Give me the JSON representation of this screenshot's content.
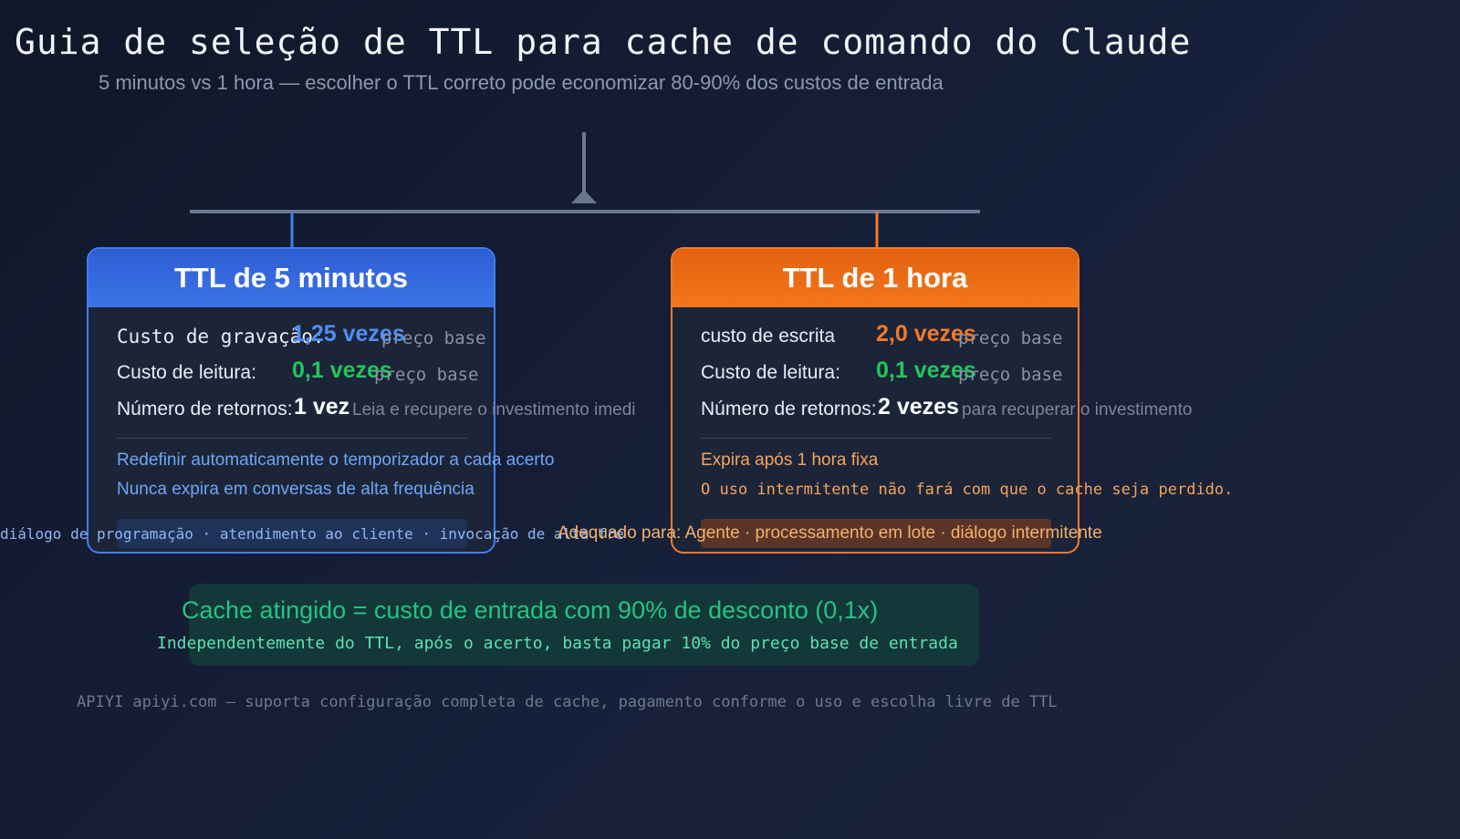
{
  "title": "Guia de seleção de TTL para cache de comando do Claude",
  "subtitle": "5 minutos vs 1 hora — escolher o TTL correto pode economizar 80-90% dos custos de entrada",
  "colors": {
    "blue": "#3f7ff0",
    "orange": "#f07a2a",
    "green": "#22c55e",
    "teal": "#26c285"
  },
  "card5": {
    "header": "TTL de 5 minutos",
    "write_label": "Custo de gravação:",
    "write_value": "1,25 vezes",
    "write_suffix": "preço base",
    "read_label": "Custo de leitura:",
    "read_value": "0,1 vezes",
    "read_suffix": "preço base",
    "returns_label": "Número de retornos:",
    "returns_value": "1 vez",
    "returns_suffix": "Leia e recupere o investimento imedi",
    "note1": "Redefinir automaticamente o temporizador a cada acerto",
    "note2": "Nunca expira em conversas de alta frequência",
    "suitable": "diálogo de programação · atendimento ao cliente · invocação de alta fre"
  },
  "card1h": {
    "header": "TTL de 1 hora",
    "write_label": "custo de escrita",
    "write_value": "2,0 vezes",
    "write_suffix": "preço base",
    "read_label": "Custo de leitura:",
    "read_value": "0,1 vezes",
    "read_suffix": "preço base",
    "returns_label": "Número de retornos:",
    "returns_value": "2 vezes",
    "returns_suffix": "para recuperar o investimento",
    "note1": "Expira após 1 hora fixa",
    "note2": "O uso intermitente não fará com que o cache seja perdido.",
    "suitable": "Adequado para: Agente · processamento em lote · diálogo intermitente"
  },
  "hit": {
    "main": "Cache atingido = custo de entrada com 90% de desconto (0,1x)",
    "sub": "Independentemente do TTL, após o acerto, basta pagar 10% do preço base de entrada"
  },
  "footer": "APIYI apiyi.com — suporta configuração completa de cache, pagamento conforme o uso e escolha livre de TTL"
}
